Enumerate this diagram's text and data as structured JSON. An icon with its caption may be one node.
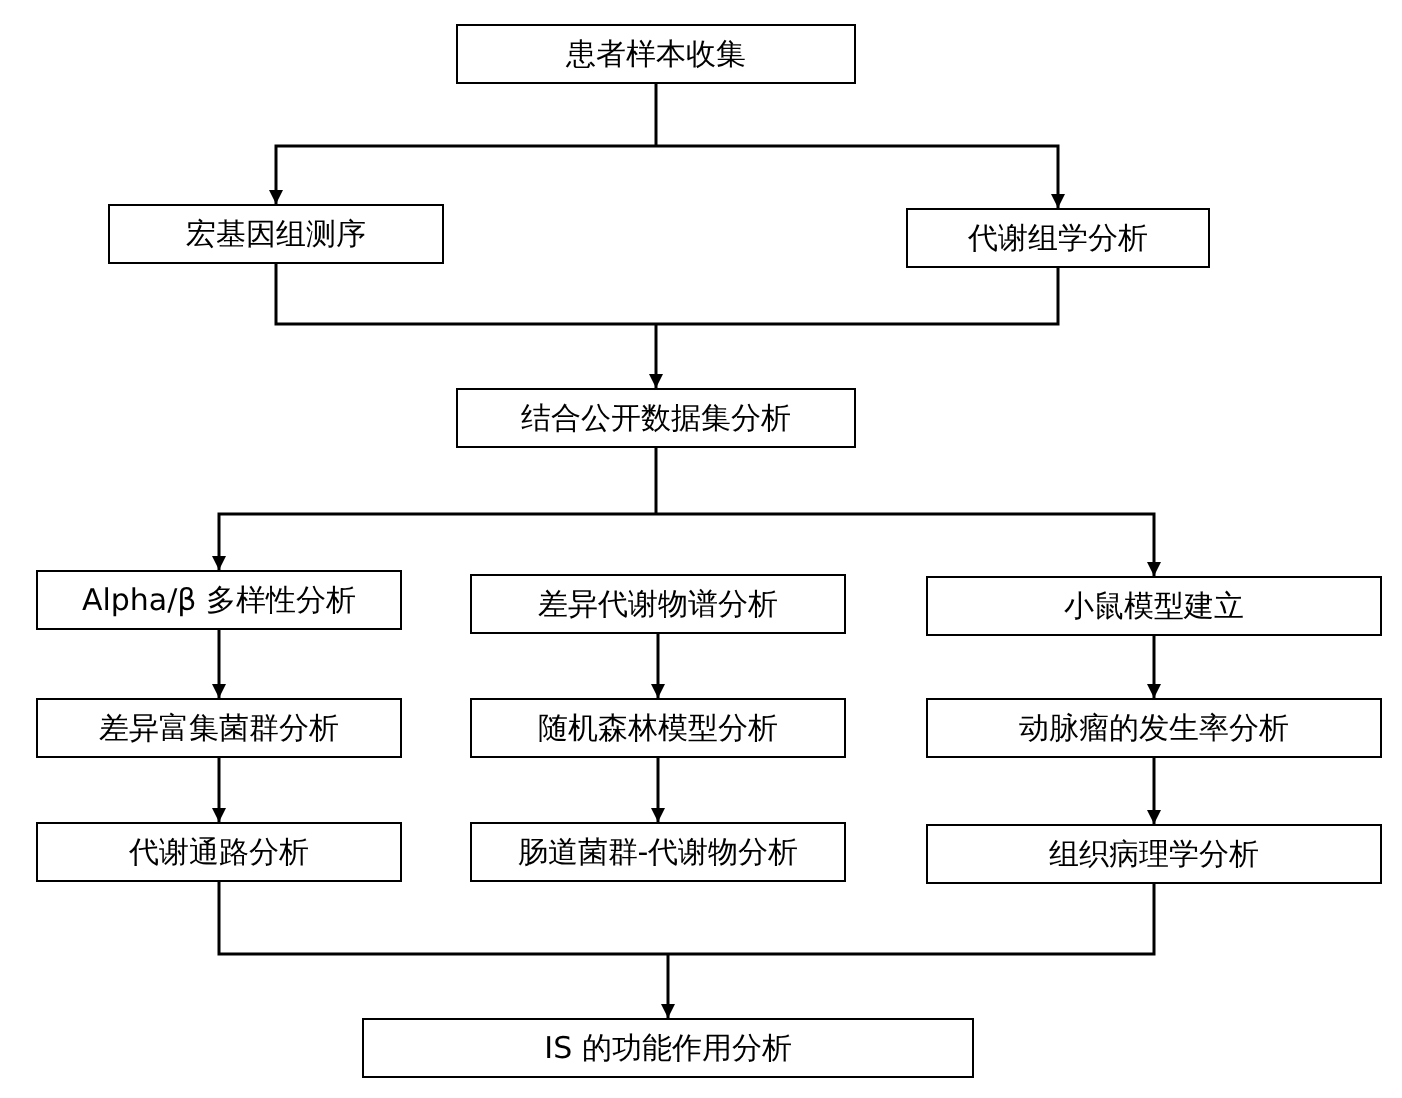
{
  "diagram": {
    "nodes": [
      {
        "text": [
          "患者样本收集"
        ]
      },
      {
        "text": [
          "宏基因组测序"
        ]
      },
      {
        "text": [
          "代谢组学分析"
        ]
      },
      {
        "text": [
          "结合公开数据集分析"
        ]
      },
      {
        "text": [
          "Alpha/β 多样性分析"
        ]
      },
      {
        "text": [
          "差异代谢物谱分析"
        ]
      },
      {
        "text": [
          "小鼠模型建立"
        ]
      },
      {
        "text": [
          "差异富集菌群分析"
        ]
      },
      {
        "text": [
          "随机森林模型分析"
        ]
      },
      {
        "text": [
          "动脉瘤的发生率分析"
        ]
      },
      {
        "text": [
          "代谢通路分析"
        ]
      },
      {
        "text": [
          "肠道菌群-代谢物分析"
        ]
      },
      {
        "text": [
          "组织病理学分析"
        ]
      },
      {
        "text": [
          "IS 的功能作用分析"
        ]
      }
    ],
    "edges": [
      {
        "from": 0,
        "to": 1,
        "arrow": "to"
      },
      {
        "from": 0,
        "to": 2,
        "arrow": "to"
      },
      {
        "from": 1,
        "to": 3,
        "arrow": "to"
      },
      {
        "from": 2,
        "to": 3,
        "arrow": "to"
      },
      {
        "from": 3,
        "to": 4,
        "arrow": "to"
      },
      {
        "from": 3,
        "to": 6,
        "arrow": "to"
      },
      {
        "from": 4,
        "to": 7,
        "arrow": "to"
      },
      {
        "from": 7,
        "to": 10,
        "arrow": "to"
      },
      {
        "from": 5,
        "to": 8,
        "arrow": "to"
      },
      {
        "from": 8,
        "to": 11,
        "arrow": "to"
      },
      {
        "from": 6,
        "to": 9,
        "arrow": "to"
      },
      {
        "from": 9,
        "to": 12,
        "arrow": "to"
      },
      {
        "from": 10,
        "to": 13,
        "arrow": "to"
      },
      {
        "from": 12,
        "to": 13,
        "arrow": "to"
      }
    ]
  }
}
